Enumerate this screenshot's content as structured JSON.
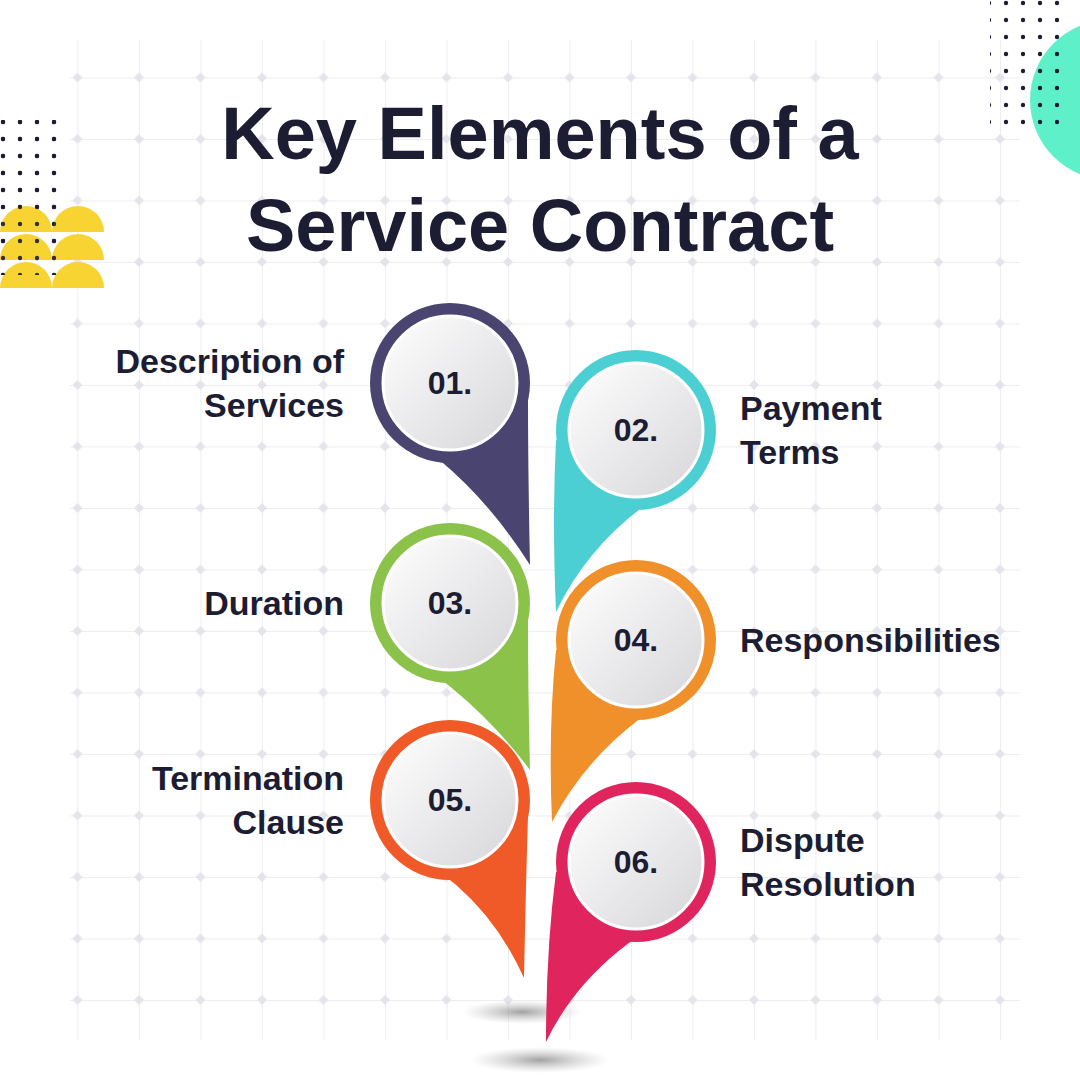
{
  "diagram": {
    "title": "Key Elements of a Service Contract",
    "nodes": [
      {
        "text": [
          "01.",
          "Description of Services"
        ]
      },
      {
        "text": [
          "02.",
          "Payment Terms"
        ]
      },
      {
        "text": [
          "03.",
          "Duration"
        ]
      },
      {
        "text": [
          "04.",
          "Responsibilities"
        ]
      },
      {
        "text": [
          "05.",
          "Termination Clause"
        ]
      },
      {
        "text": [
          "06.",
          "Dispute Resolution"
        ]
      }
    ]
  }
}
